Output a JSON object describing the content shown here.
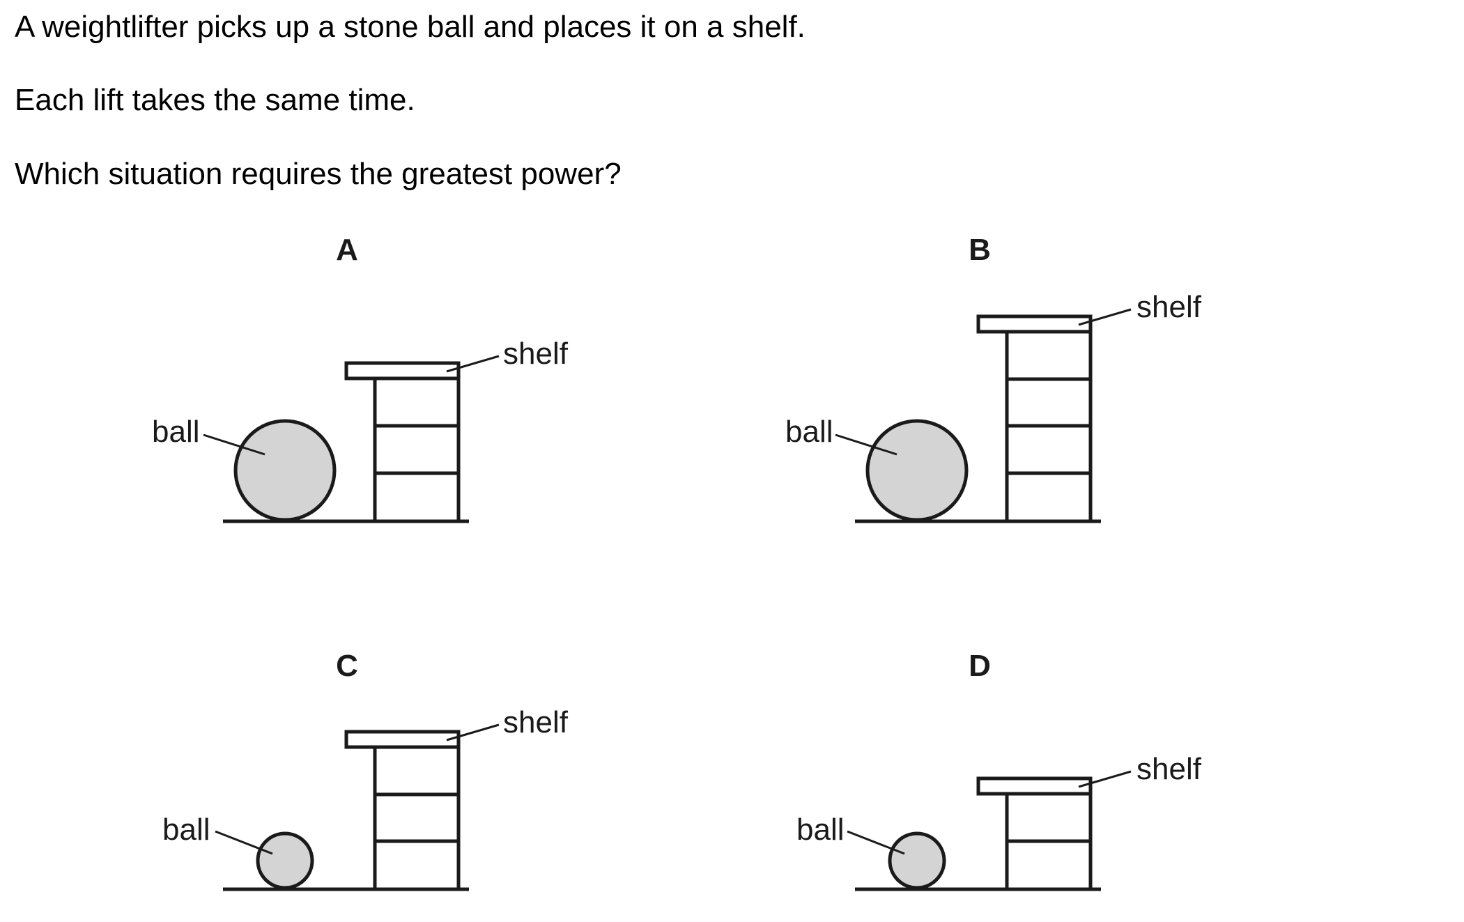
{
  "question": {
    "lines": [
      "A weightlifter picks up a stone ball and places it on a shelf.",
      "Each lift takes the same time.",
      "Which situation requires the greatest power?"
    ]
  },
  "options": [
    {
      "letter": "A",
      "ball_label": "ball",
      "shelf_label": "shelf"
    },
    {
      "letter": "B",
      "ball_label": "ball",
      "shelf_label": "shelf"
    },
    {
      "letter": "C",
      "ball_label": "ball",
      "shelf_label": "shelf"
    },
    {
      "letter": "D",
      "ball_label": "ball",
      "shelf_label": "shelf"
    }
  ],
  "colors": {
    "ball_fill": "#d4d4d4",
    "line": "#1a1a1a"
  }
}
